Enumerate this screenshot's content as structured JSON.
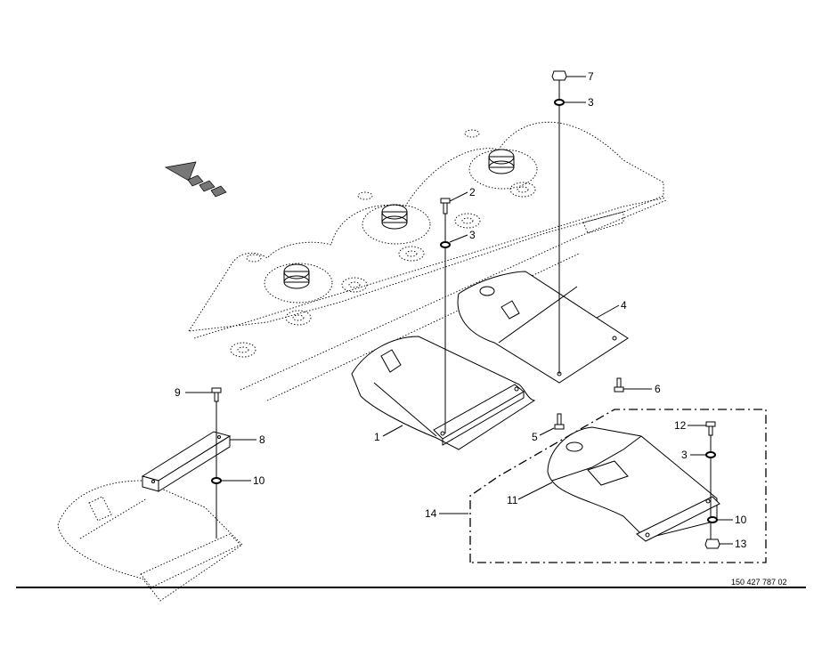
{
  "document_number": "150 427 787 02",
  "callouts": [
    {
      "key": "c7",
      "text": "7"
    },
    {
      "key": "c3a",
      "text": "3"
    },
    {
      "key": "c2",
      "text": "2"
    },
    {
      "key": "c3b",
      "text": "3"
    },
    {
      "key": "c4",
      "text": "4"
    },
    {
      "key": "c6",
      "text": "6"
    },
    {
      "key": "c9",
      "text": "9"
    },
    {
      "key": "c8",
      "text": "8"
    },
    {
      "key": "c1",
      "text": "1"
    },
    {
      "key": "c5",
      "text": "5"
    },
    {
      "key": "c10a",
      "text": "10"
    },
    {
      "key": "c12",
      "text": "12"
    },
    {
      "key": "c3c",
      "text": "3"
    },
    {
      "key": "c11",
      "text": "11"
    },
    {
      "key": "c14",
      "text": "14"
    },
    {
      "key": "c10b",
      "text": "10"
    },
    {
      "key": "c13",
      "text": "13"
    }
  ]
}
